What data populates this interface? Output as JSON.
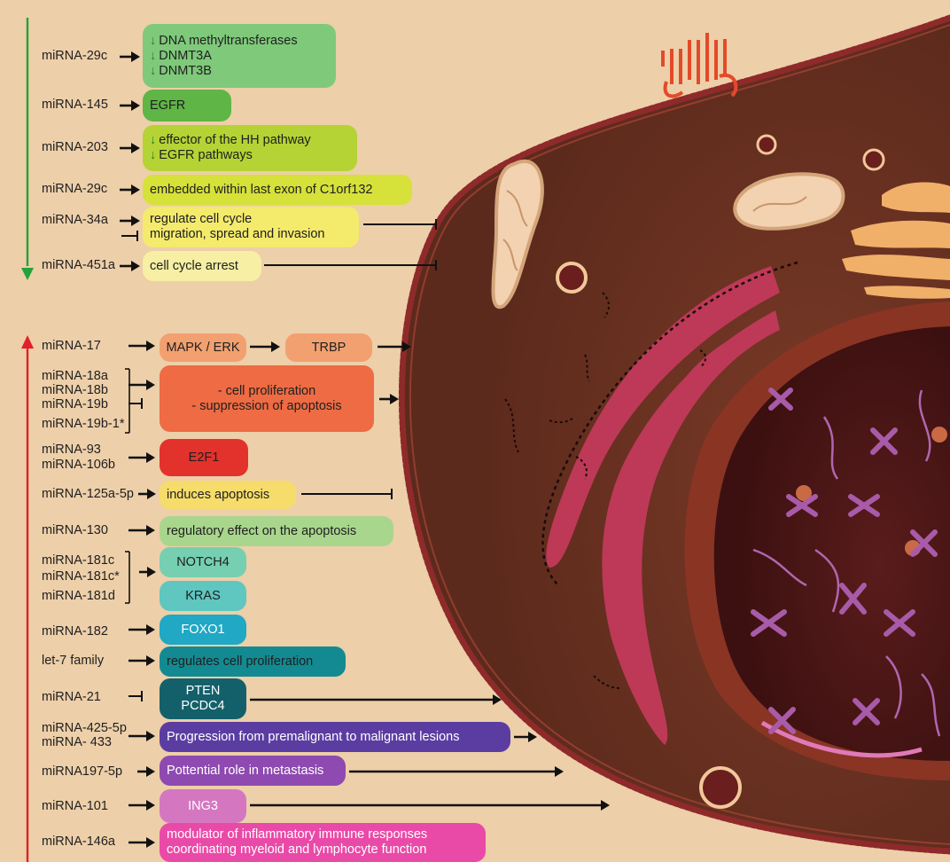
{
  "down_group": {
    "arrow_color": "#22a33a",
    "items": [
      {
        "mirna": "miRNA-29c",
        "lines": [
          "DNA methyltransferases",
          "DNMT3A",
          "DNMT3B"
        ],
        "down_markers": true,
        "color": "#7fc97a"
      },
      {
        "mirna": "miRNA-145",
        "lines": [
          "EGFR"
        ],
        "down_markers": false,
        "color": "#5fb546"
      },
      {
        "mirna": "miRNA-203",
        "lines": [
          "effector of the HH pathway",
          "EGFR pathways"
        ],
        "down_markers": true,
        "color": "#b5d334"
      },
      {
        "mirna": "miRNA-29c",
        "lines": [
          "embedded within last exon of C1orf132"
        ],
        "down_markers": false,
        "color": "#d6e13a"
      },
      {
        "mirna": "miRNA-34a",
        "lines": [
          "regulate cell cycle",
          "migration, spread and invasion"
        ],
        "down_markers": false,
        "color": "#f4ea6c"
      },
      {
        "mirna": "miRNA-451a",
        "lines": [
          "cell cycle arrest"
        ],
        "down_markers": false,
        "color": "#f6efa4"
      }
    ]
  },
  "up_group": {
    "arrow_color": "#e0202a",
    "items": [
      {
        "mirnas": [
          "miRNA-17"
        ],
        "lines": [
          "MAPK / ERK"
        ],
        "secondary": "TRBP",
        "color": "#f2a070"
      },
      {
        "mirnas": [
          "miRNA-18a",
          "miRNA-18b",
          "miRNA-19b",
          "miRNA-19b-1*"
        ],
        "lines": [
          "- cell proliferation",
          "- suppression of apoptosis"
        ],
        "color": "#ee6b43"
      },
      {
        "mirnas": [
          "miRNA-93",
          "miRNA-106b"
        ],
        "lines": [
          "E2F1"
        ],
        "color": "#e3322b"
      },
      {
        "mirnas": [
          "miRNA-125a-5p"
        ],
        "lines": [
          "induces apoptosis"
        ],
        "color": "#f6dc6a"
      },
      {
        "mirnas": [
          "miRNA-130"
        ],
        "lines": [
          "regulatory effect on the apoptosis"
        ],
        "color": "#a9d68d"
      },
      {
        "mirnas": [
          "miRNA-181c",
          "miRNA-181c*",
          "miRNA-181d"
        ],
        "lines": [
          "NOTCH4"
        ],
        "secondary": "KRAS",
        "color": "#76cfb0"
      },
      {
        "mirnas": [
          "miRNA-182"
        ],
        "lines": [
          "FOXO1"
        ],
        "color": "#20a8c4"
      },
      {
        "mirnas": [
          "let-7 family"
        ],
        "lines": [
          "regulates cell proliferation"
        ],
        "color": "#138a92"
      },
      {
        "mirnas": [
          "miRNA-21"
        ],
        "lines": [
          "PTEN",
          "PCDC4"
        ],
        "color": "#14606a"
      },
      {
        "mirnas": [
          "miRNA-425-5p",
          "miRNA- 433"
        ],
        "lines": [
          "Progression from premalignant to malignant lesions"
        ],
        "color": "#5b3da2"
      },
      {
        "mirnas": [
          "miRNA197-5p"
        ],
        "lines": [
          "Pottential role in metastasis"
        ],
        "color": "#8e4ab0"
      },
      {
        "mirnas": [
          "miRNA-101"
        ],
        "lines": [
          "ING3"
        ],
        "color": "#d477c0"
      },
      {
        "mirnas": [
          "miRNA-146a"
        ],
        "lines": [
          "modulator of inflammatory immune responses",
          "coordinating myeloid and lymphocyte function"
        ],
        "color": "#ea4aa7"
      }
    ]
  },
  "colors": {
    "background": "#edcfa9",
    "cell_membrane": "#8e2a2a",
    "cytoplasm": "#6b3222",
    "nucleus": "#4a1616",
    "er": "#c23a5a",
    "chromosome": "#a85ba8"
  }
}
